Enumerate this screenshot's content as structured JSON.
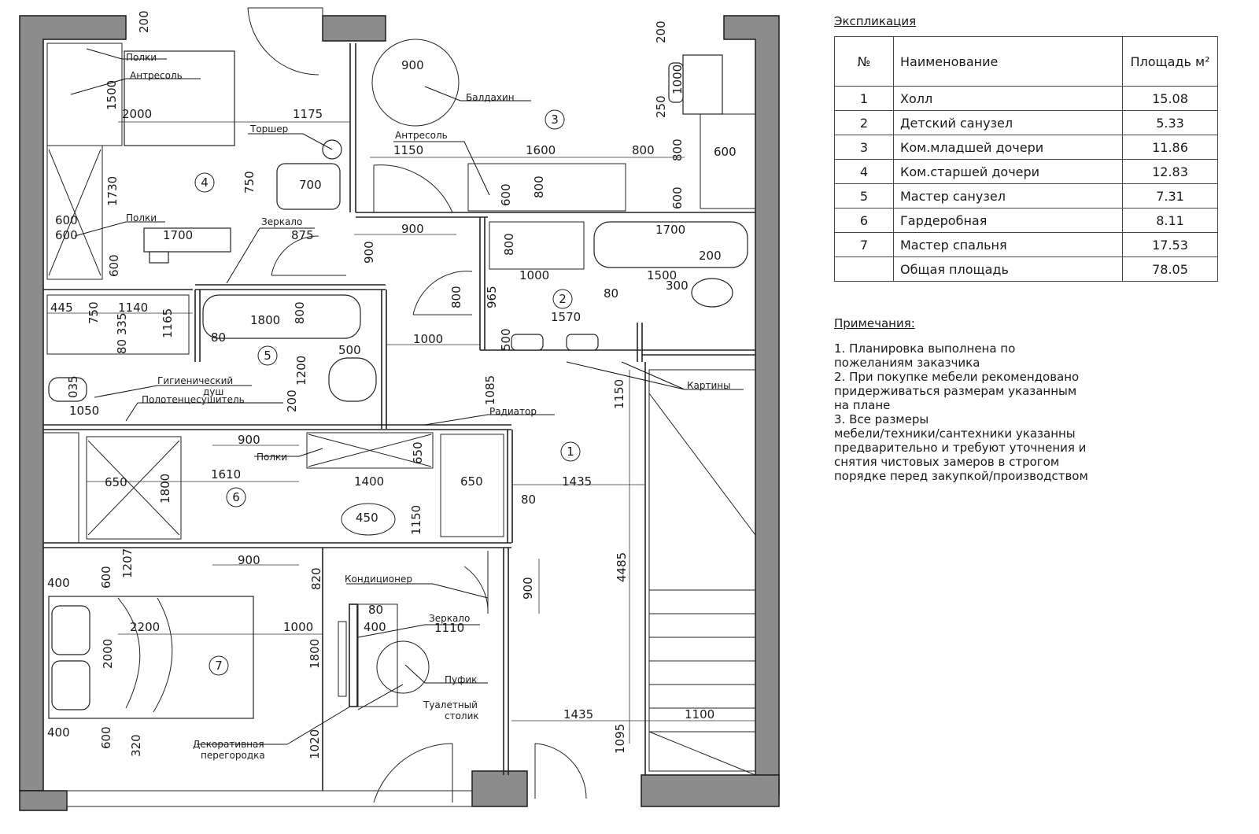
{
  "explication": {
    "title": "Экспликация",
    "headers": {
      "num": "№",
      "name": "Наименование",
      "area": "Площадь м²"
    },
    "rows": [
      {
        "num": "1",
        "name": "Холл",
        "area": "15.08"
      },
      {
        "num": "2",
        "name": "Детский санузел",
        "area": "5.33"
      },
      {
        "num": "3",
        "name": "Ком.младшей дочери",
        "area": "11.86"
      },
      {
        "num": "4",
        "name": "Ком.старшей дочери",
        "area": "12.83"
      },
      {
        "num": "5",
        "name": "Мастер санузел",
        "area": "7.31"
      },
      {
        "num": "6",
        "name": "Гардеробная",
        "area": "8.11"
      },
      {
        "num": "7",
        "name": "Мастер спальня",
        "area": "17.53"
      }
    ],
    "total": {
      "num": "",
      "name": "Общая площадь",
      "area": "78.05"
    }
  },
  "notes": {
    "title": "Примечания:",
    "items": [
      "1. Планировка выполнена по\nпожеланиям заказчика",
      "2. При покупке мебели рекомендовано\nпридерживаться размерам указанным\nна плане",
      "3. Все размеры\nмебели/техники/сантехники указанны\nпредварительно и требуют уточнения и\nснятия чистовых замеров в строгом\nпорядке перед закупкой/производством"
    ]
  },
  "plan": {
    "room_numbers": {
      "r1": "1",
      "r2": "2",
      "r3": "3",
      "r4": "4",
      "r5": "5",
      "r6": "6",
      "r7": "7"
    },
    "labels": {
      "shelves_top": "Полки",
      "mezzanine_4": "Антресоль",
      "floor_lamp": "Торшер",
      "canopy": "Балдахин",
      "mezzanine_3": "Антресоль",
      "shelves_4": "Полки",
      "mirror_4": "Зеркало",
      "hygienic_shower": "Гигиенический\nдуш",
      "towel_dryer": "Полотенцесушитель",
      "radiator": "Радиатор",
      "paintings": "Картины",
      "shelves_6": "Полки",
      "air_conditioner": "Кондиционер",
      "mirror_7": "Зеркало",
      "pouf": "Пуфик",
      "dressing_table": "Туалетный\nстолик",
      "decor_partition": "Декоративная\nперегородка"
    },
    "dims": {
      "d200a": "200",
      "d2000": "2000",
      "d1500": "1500",
      "d1175": "1175",
      "d750": "750",
      "d700": "700",
      "d1730": "1730",
      "d600a": "600",
      "d600b": "600",
      "d1700a": "1700",
      "d875": "875",
      "d600c": "600",
      "d900a": "900",
      "d1150a": "1150",
      "d1600": "1600",
      "d800a": "800",
      "d600d": "600",
      "d800b": "800",
      "d200b": "200",
      "d1000a": "1000",
      "d250": "250",
      "d800c": "800",
      "d600e": "600",
      "d600f": "600",
      "d900b": "900",
      "d900c": "900",
      "d800d": "800",
      "d1700b": "1700",
      "d200c": "200",
      "d1000b": "1000",
      "d1500b": "1500",
      "d300": "300",
      "d80a": "80",
      "d965": "965",
      "d1570": "1570",
      "d800e": "800",
      "d500a": "500",
      "d1000c": "1000",
      "d445": "445",
      "d1140": "1140",
      "d750b": "750",
      "d80335": "80 335",
      "d1165": "1165",
      "d1800a": "1800",
      "d800f": "800",
      "d80b": "80",
      "d500b": "500",
      "d1200": "1200",
      "d1085": "1085",
      "d1150b": "1150",
      "d035": "035",
      "d1050": "1050",
      "d200d": "200",
      "d900d": "900",
      "d650a": "650",
      "d1610": "1610",
      "d1800b": "1800",
      "d1400": "1400",
      "d650b": "650",
      "d650c": "650",
      "d1435a": "1435",
      "d80c": "80",
      "d450": "450",
      "d1150c": "1150",
      "d900e": "900",
      "d1207": "1207",
      "d820": "820",
      "d900f": "900",
      "d400a": "400",
      "d600g": "600",
      "d4485": "4485",
      "d2200": "2200",
      "d1000d": "1000",
      "d80d": "80",
      "d400b": "400",
      "d1110": "1110",
      "d2000b": "2000",
      "d1800c": "1800",
      "d1435b": "1435",
      "d1100": "1100",
      "d400c": "400",
      "d600h": "600",
      "d320": "320",
      "d1020": "1020",
      "d1095": "1095"
    }
  }
}
